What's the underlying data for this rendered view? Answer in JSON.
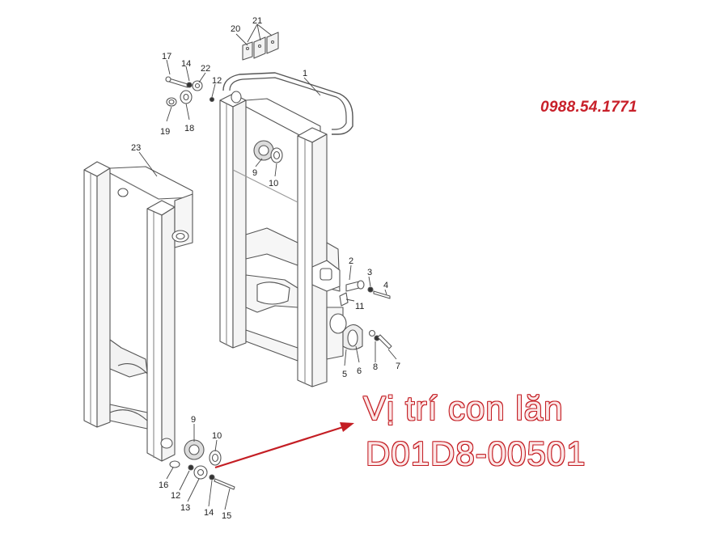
{
  "phone": "0988.54.1771",
  "callout": {
    "line1": "Vị trí con lăn",
    "line2": "D01D8-00501",
    "color": "#c41e24"
  },
  "part_labels": {
    "p1": "1",
    "p2": "2",
    "p3": "3",
    "p4": "4",
    "p5": "5",
    "p6": "6",
    "p7": "7",
    "p8": "8",
    "p9a": "9",
    "p10a": "10",
    "p11": "11",
    "p12a": "12",
    "p14a": "14",
    "p17": "17",
    "p18": "18",
    "p19": "19",
    "p20": "20",
    "p21": "21",
    "p22": "22",
    "p23": "23",
    "p9b": "9",
    "p10b": "10",
    "p12b": "12",
    "p13": "13",
    "p14b": "14",
    "p15": "15",
    "p16": "16"
  }
}
